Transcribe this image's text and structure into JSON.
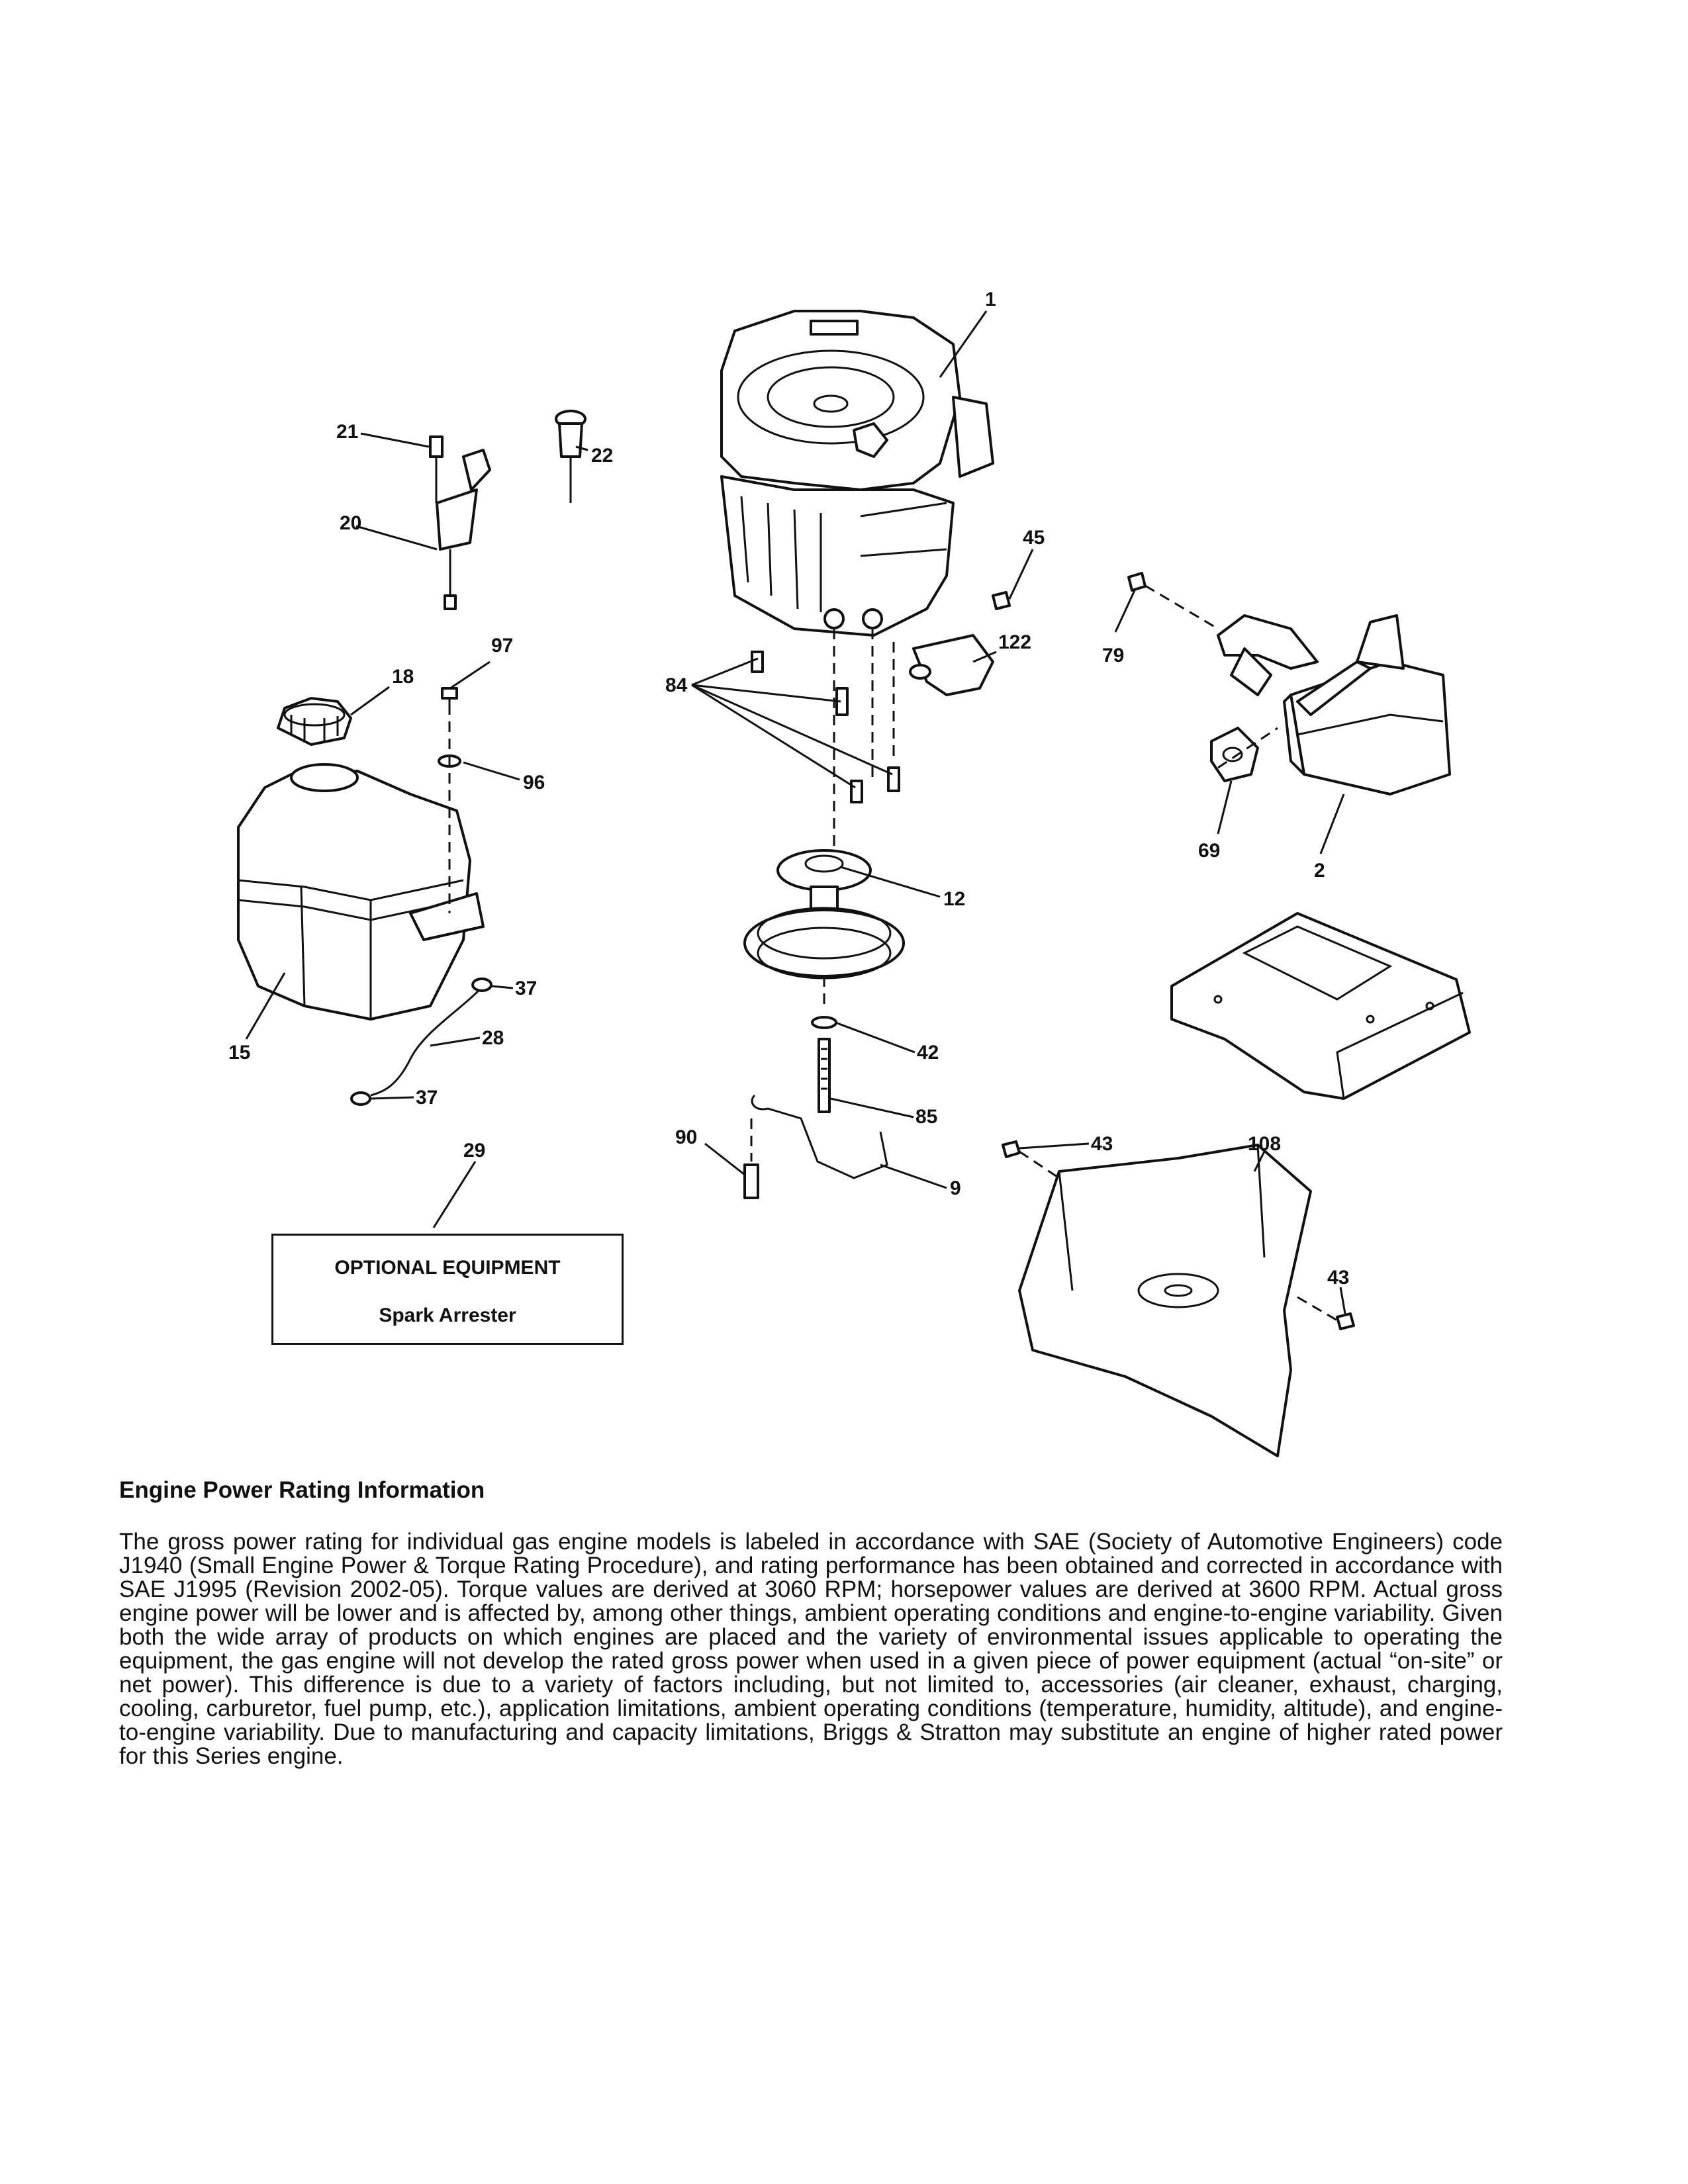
{
  "callouts": {
    "n1": "1",
    "n2": "2",
    "n9": "9",
    "n12": "12",
    "n15": "15",
    "n18": "18",
    "n20": "20",
    "n21": "21",
    "n22": "22",
    "n28": "28",
    "n29": "29",
    "n37a": "37",
    "n37b": "37",
    "n42": "42",
    "n43a": "43",
    "n43b": "43",
    "n45": "45",
    "n69": "69",
    "n79": "79",
    "n84": "84",
    "n85": "85",
    "n90": "90",
    "n96": "96",
    "n97": "97",
    "n108": "108",
    "n122": "122"
  },
  "optional": {
    "title": "OPTIONAL EQUIPMENT",
    "item": "Spark Arrester"
  },
  "info": {
    "heading": "Engine Power Rating Information",
    "body": "The gross power rating for individual gas engine models is labeled in accordance with SAE (Society of Automotive Engineers) code J1940 (Small Engine Power & Torque Rating Procedure), and rating performance has been obtained and corrected in accordance with SAE J1995 (Revision 2002-05). Torque values are derived at 3060 RPM; horsepower values are derived at 3600 RPM. Actual gross engine power will be lower and is affected by, among other things, ambient operating conditions and engine-to-engine variability. Given both the wide array of products on which engines are placed and the variety of environmental issues applicable to operating the equipment, the gas engine will not develop the rated gross power when used in a given piece of power equipment (actual “on-site” or net power). This difference is due to a variety of factors including, but not limited to, accessories (air cleaner, exhaust, charging, cooling, carburetor, fuel pump, etc.), application limitations, ambient operating conditions (temperature, humidity, altitude), and engine-to-engine variability. Due to manufacturing and capacity limitations, Briggs & Stratton may substitute an engine of higher rated power for this Series engine."
  }
}
